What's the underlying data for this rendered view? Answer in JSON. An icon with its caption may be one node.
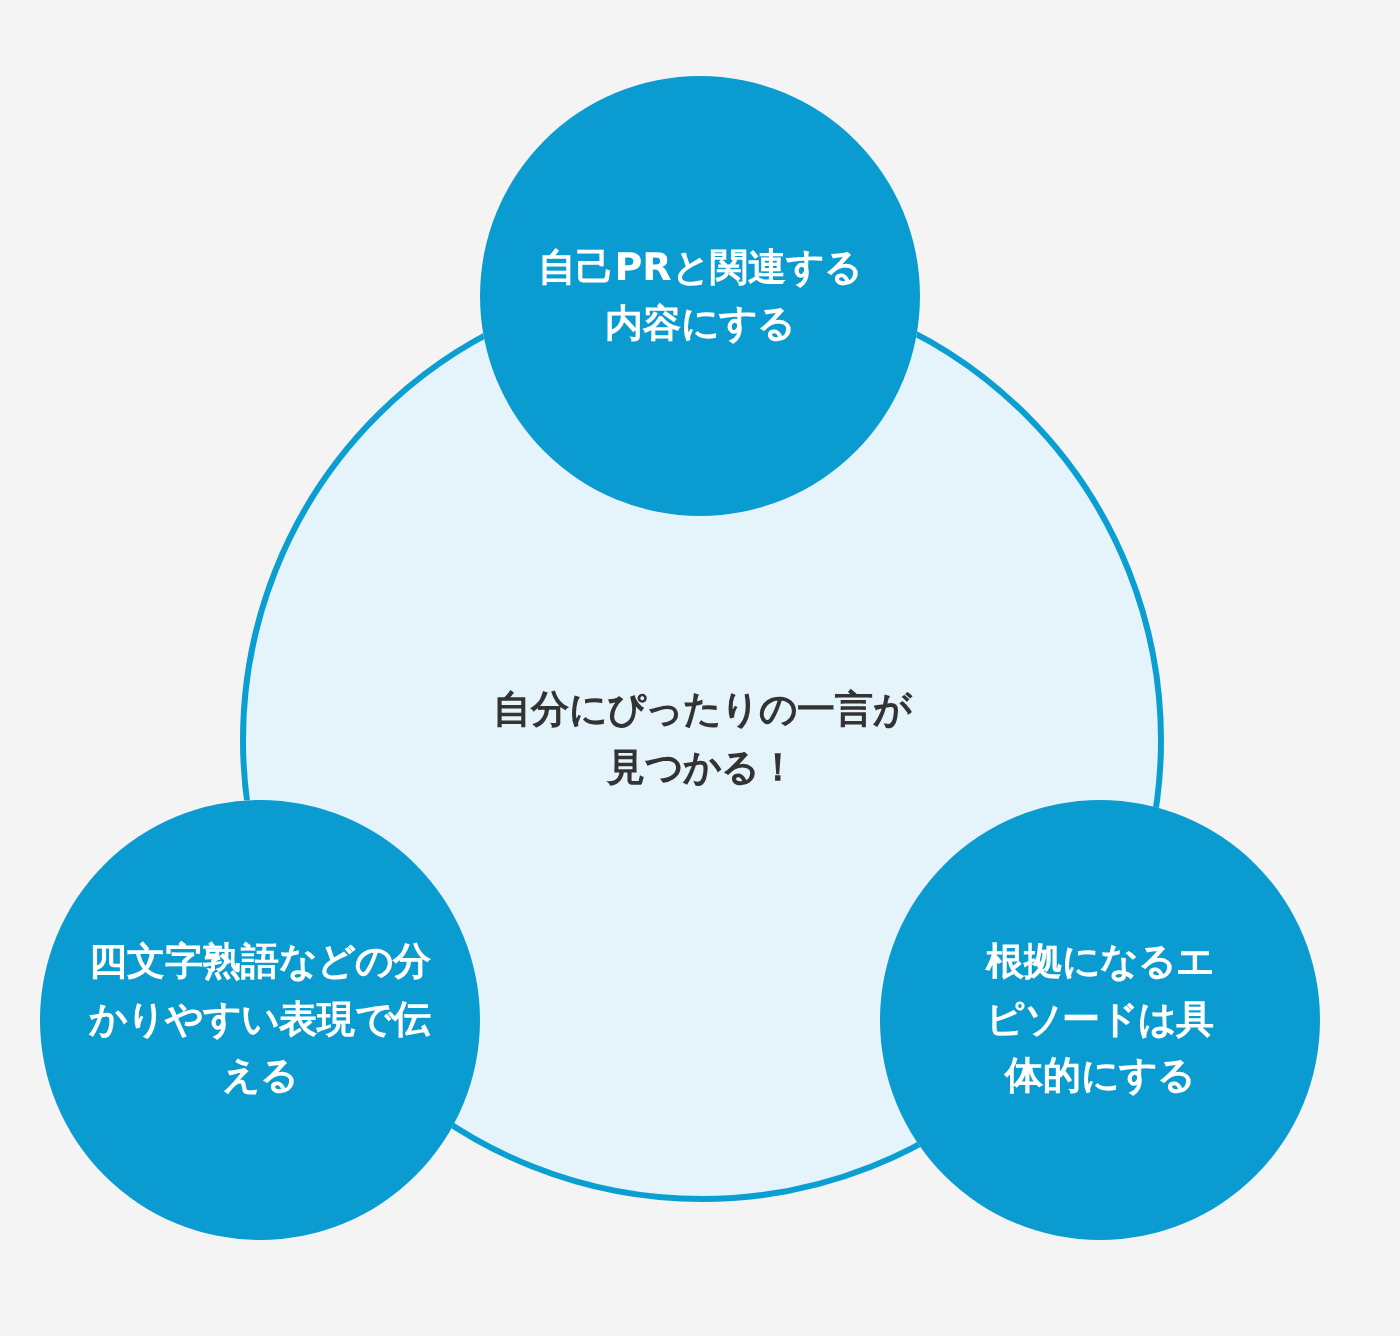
{
  "diagram": {
    "nodes": [
      {
        "text": [
          "自己PRと関連する内容にする"
        ]
      },
      {
        "text": [
          "自分にぴったりの一言が見つかる！"
        ]
      },
      {
        "text": [
          "四文字熟語などの分かりやすい表現で伝える"
        ]
      },
      {
        "text": [
          "根拠になるエピソードは具体的にする"
        ]
      }
    ]
  }
}
